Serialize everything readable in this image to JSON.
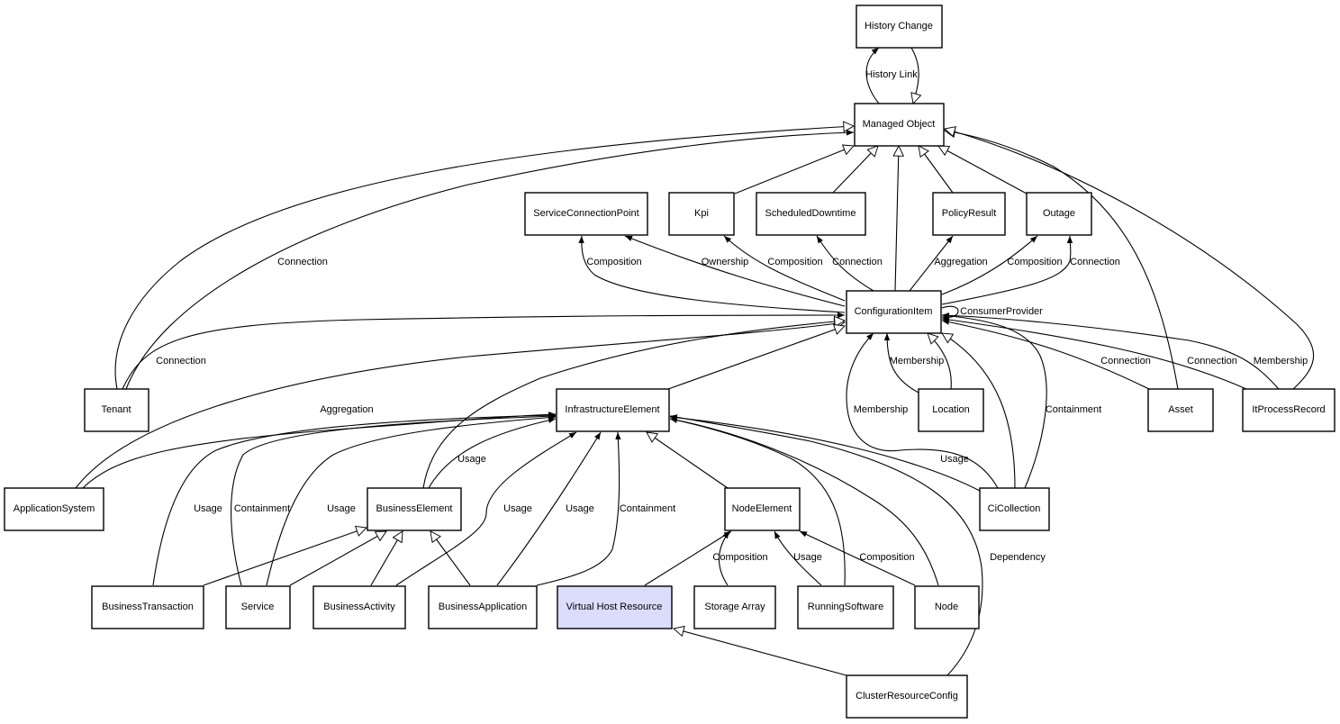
{
  "colors": {
    "highlight_fill": "#dcdcfc",
    "node_fill": "#ffffff",
    "stroke": "#000000"
  },
  "nodes": {
    "history_change": "History Change",
    "managed_object": "Managed Object",
    "service_connection_point": "ServiceConnectionPoint",
    "kpi": "Kpi",
    "scheduled_downtime": "ScheduledDowntime",
    "policy_result": "PolicyResult",
    "outage": "Outage",
    "configuration_item": "ConfigurationItem",
    "tenant": "Tenant",
    "infrastructure_element": "InfrastructureElement",
    "location": "Location",
    "asset": "Asset",
    "it_process_record": "ItProcessRecord",
    "application_system": "ApplicationSystem",
    "business_element": "BusinessElement",
    "node_element": "NodeElement",
    "ci_collection": "CiCollection",
    "business_transaction": "BusinessTransaction",
    "service": "Service",
    "business_activity": "BusinessActivity",
    "business_application": "BusinessApplication",
    "virtual_host_resource": "Virtual Host Resource",
    "storage_array": "Storage Array",
    "running_software": "RunningSoftware",
    "node": "Node",
    "cluster_resource_config": "ClusterResourceConfig"
  },
  "edge_labels": {
    "history_link": "History Link",
    "tenant_mo_connection": "Connection",
    "scp_composition": "Composition",
    "scp_ownership": "Ownership",
    "kpi_composition": "Composition",
    "sd_connection": "Connection",
    "pr_aggregation": "Aggregation",
    "outage_composition": "Composition",
    "outage_connection": "Connection",
    "consumer_provider": "ConsumerProvider",
    "tenant_ci_connection": "Connection",
    "as_aggregation": "Aggregation",
    "location_membership": "Membership",
    "cic_membership": "Membership",
    "cic_containment": "Containment",
    "cic_usage": "Usage",
    "asset_connection": "Connection",
    "ipr_connection": "Connection",
    "ipr_membership": "Membership",
    "be_usage": "Usage",
    "bt_usage": "Usage",
    "svc_containment": "Containment",
    "svc_usage": "Usage",
    "ba_usage": "Usage",
    "bapp_usage": "Usage",
    "bapp_containment": "Containment",
    "sa_composition": "Composition",
    "rs_usage": "Usage",
    "node_composition": "Composition",
    "crc_dependency": "Dependency"
  }
}
